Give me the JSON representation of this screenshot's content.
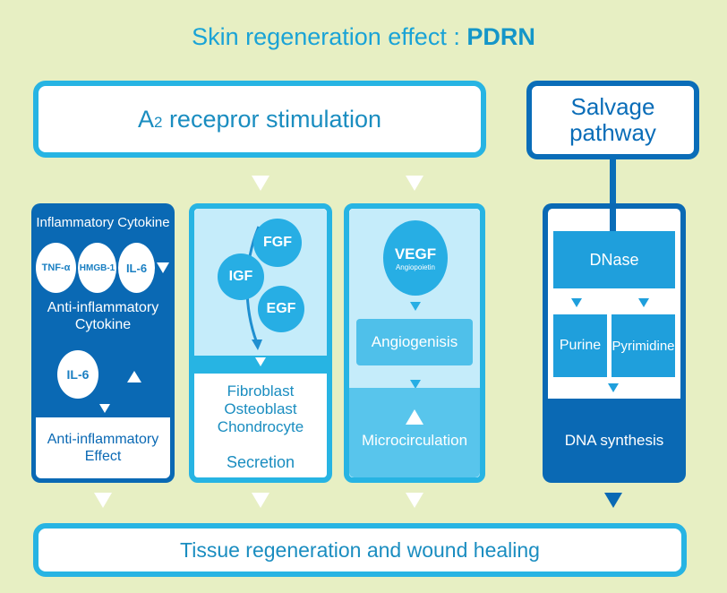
{
  "title": {
    "part1": "Skin regeneration effect : ",
    "part2": "PDRN"
  },
  "receptor": {
    "prefix": "A",
    "subscript": "2",
    "label": " recepror stimulation"
  },
  "salvage": {
    "line1": "Salvage",
    "line2": "pathway"
  },
  "col1": {
    "heading": "Inflammatory Cytokine",
    "circles": [
      "TNF-α",
      "HMGB-1",
      "IL-6"
    ],
    "anti_heading_line1": "Anti-inflammatory",
    "anti_heading_line2": "Cytokine",
    "il6_bottom": "IL-6",
    "effect_line1": "Anti-inflammatory",
    "effect_line2": "Effect"
  },
  "col2": {
    "circles": {
      "fgf": "FGF",
      "igf": "IGF",
      "egf": "EGF"
    },
    "cells": [
      "Fibroblast",
      "Osteoblast",
      "Chondrocyte"
    ],
    "secretion": "Secretion"
  },
  "col3": {
    "vegf": "VEGF",
    "angiopoietin": "Angiopoietin",
    "angiogenesis": "Angiogenisis",
    "microcirculation": "Microcirculation"
  },
  "col4": {
    "dnase": "DNase",
    "purine": "Purine",
    "pyrimidine": "Pyrimidine",
    "dna_synthesis": "DNA synthesis"
  },
  "bottom": {
    "label": "Tissue regeneration and wound healing"
  },
  "colors": {
    "background": "#e7efc3",
    "dark_blue": "#0a69b4",
    "mid_blue": "#1f9fdc",
    "light_blue": "#58c5ec",
    "outline": "#27b4e3"
  }
}
